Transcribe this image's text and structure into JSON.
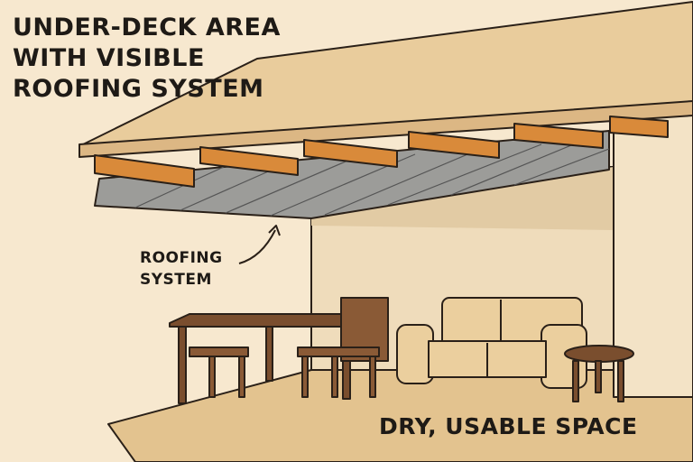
{
  "title": {
    "line1": "UNDER-DECK AREA",
    "line2": "WITH VISIBLE",
    "line3": "ROOFING SYSTEM"
  },
  "callout": {
    "line1": "ROOFING",
    "line2": "SYSTEM"
  },
  "caption": "DRY, USABLE SPACE",
  "colors": {
    "background": "#f7e8cf",
    "deck": "#e9cc9c",
    "beam": "#d98a3a",
    "roofing": "#9c9c99",
    "wall": "#efdcbb",
    "floor": "#e3c38f",
    "wood": "#7a4e2e",
    "sofa": "#ebcf9e"
  }
}
